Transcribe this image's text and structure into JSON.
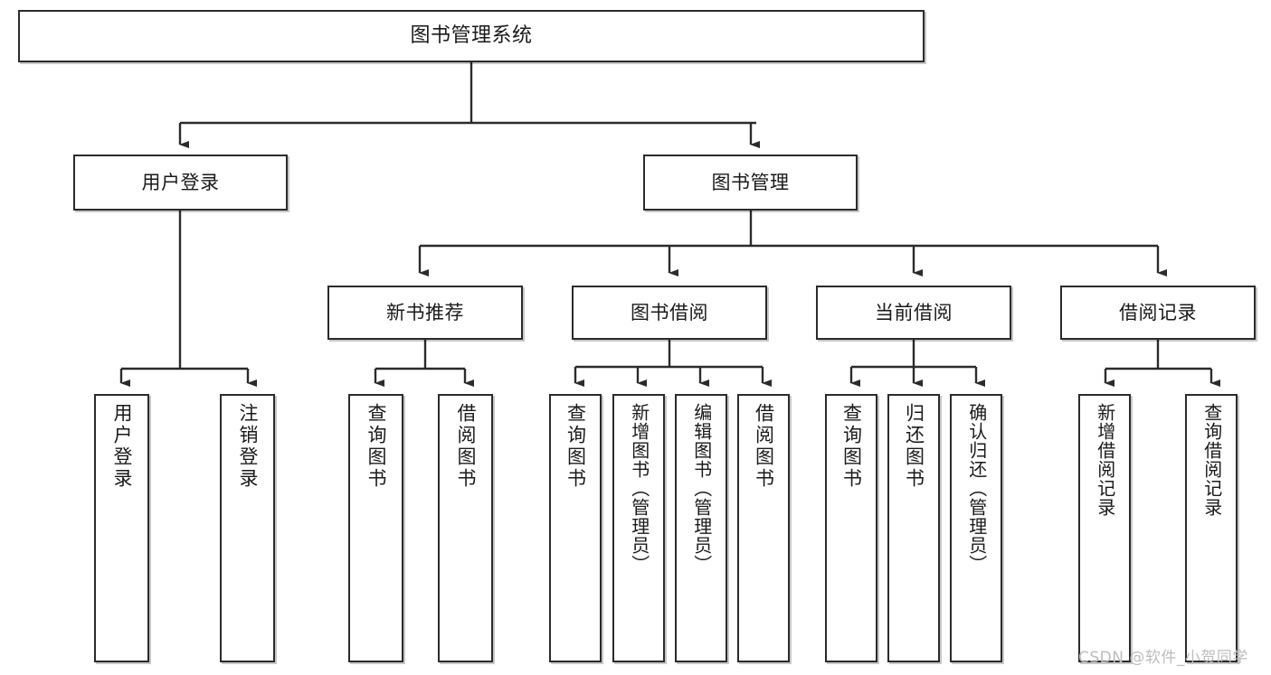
{
  "diagram": {
    "title_text": "图书管理系统",
    "type": "tree-hierarchy-diagram",
    "colors": {
      "box_border": "#2b2b2b",
      "box_fill": "#ffffff",
      "connector": "#2b2b2b",
      "text": "#1a1a1a",
      "watermark": "#bdbdbd",
      "background": "#ffffff"
    },
    "root": {
      "label": "图书管理系统"
    },
    "level2": [
      {
        "label": "用户登录"
      },
      {
        "label": "图书管理"
      }
    ],
    "level3": [
      {
        "label": "新书推荐"
      },
      {
        "label": "图书借阅"
      },
      {
        "label": "当前借阅"
      },
      {
        "label": "借阅记录"
      }
    ],
    "leaves": {
      "user_login": [
        {
          "label": "用户登录"
        },
        {
          "label": "注销登录"
        }
      ],
      "new_book": [
        {
          "label": "查询图书"
        },
        {
          "label": "借阅图书"
        }
      ],
      "book_borrow": [
        {
          "label": "查询图书"
        },
        {
          "label": "新增图书（管理员）"
        },
        {
          "label": "编辑图书（管理员）"
        },
        {
          "label": "借阅图书"
        }
      ],
      "current_borrow": [
        {
          "label": "查询图书"
        },
        {
          "label": "归还图书"
        },
        {
          "label": "确认归还（管理员）"
        }
      ],
      "borrow_record": [
        {
          "label": "新增借阅记录"
        },
        {
          "label": "查询借阅记录"
        }
      ]
    }
  },
  "watermark": {
    "text": "CSDN @软件_小贺同学"
  }
}
